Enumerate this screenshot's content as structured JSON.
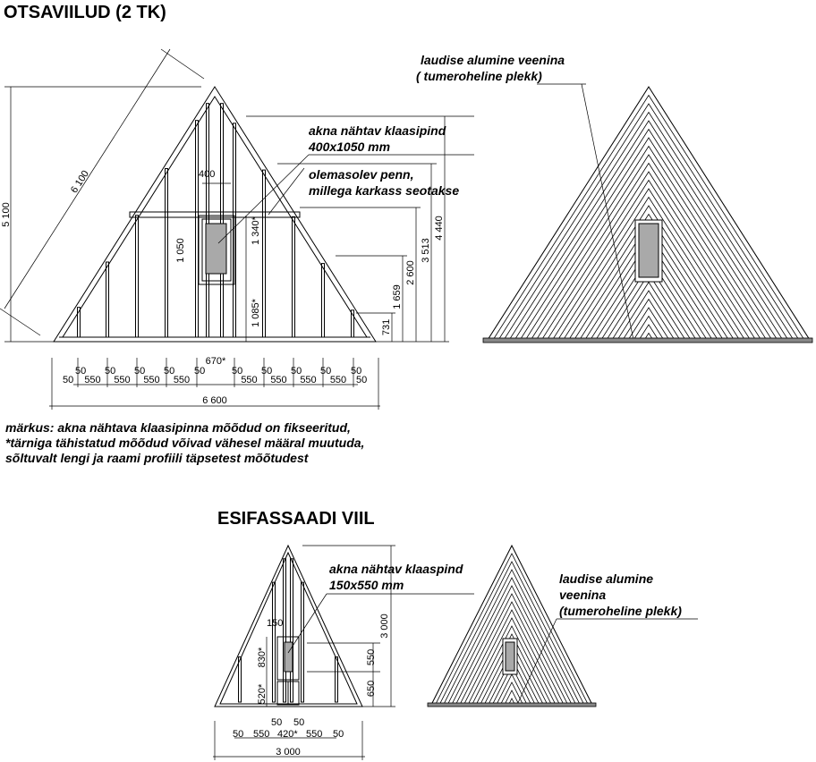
{
  "titles": {
    "main": "OTSAVIILUD   (2 TK)",
    "front": "ESIFASSAADI  VIIL"
  },
  "main_gable": {
    "notes": {
      "glass_1": "akna nähtav klaasipind",
      "glass_2": "400x1050 mm",
      "pen_1": "olemasolev penn,",
      "pen_2": "millega karkass seotakse",
      "cladding_1": "laudise alumine veenina",
      "cladding_2": "( tumeroheline plekk)"
    },
    "dims": {
      "height": "5 100",
      "slope": "6 100",
      "win_w": "400",
      "win_h": "1 050",
      "h1340": "1 340*",
      "h1085": "1 085*",
      "h731": "731",
      "h1659": "1 659",
      "h2600": "2 600",
      "h3513": "3 513",
      "h4440": "4 440",
      "mid": "670*",
      "total": "6 600",
      "stud": "50",
      "bay": "550"
    },
    "remark": [
      "märkus:  akna nähtava klaasipinna mõõdud on fikseeritud,",
      "*tärniga tähistatud mõõdud võivad vähesel määral muutuda,",
      "sõltuvalt lengi ja raami profiili täpsetest mõõtudest"
    ]
  },
  "front_gable": {
    "notes": {
      "glass_1": "akna nähtav klaaspind",
      "glass_2": "150x550 mm",
      "cladding_1": "laudise alumine",
      "cladding_2": "veenina",
      "cladding_3": "(tumeroheline plekk)"
    },
    "dims": {
      "win_w": "150",
      "h830": "830*",
      "h520": "520*",
      "h550": "550",
      "h650": "650",
      "height": "3 000",
      "mid": "420*",
      "total": "3 000",
      "stud": "50",
      "bay": "550"
    }
  },
  "colors": {
    "glass": "#a9a9a9",
    "plate": "#888888"
  }
}
